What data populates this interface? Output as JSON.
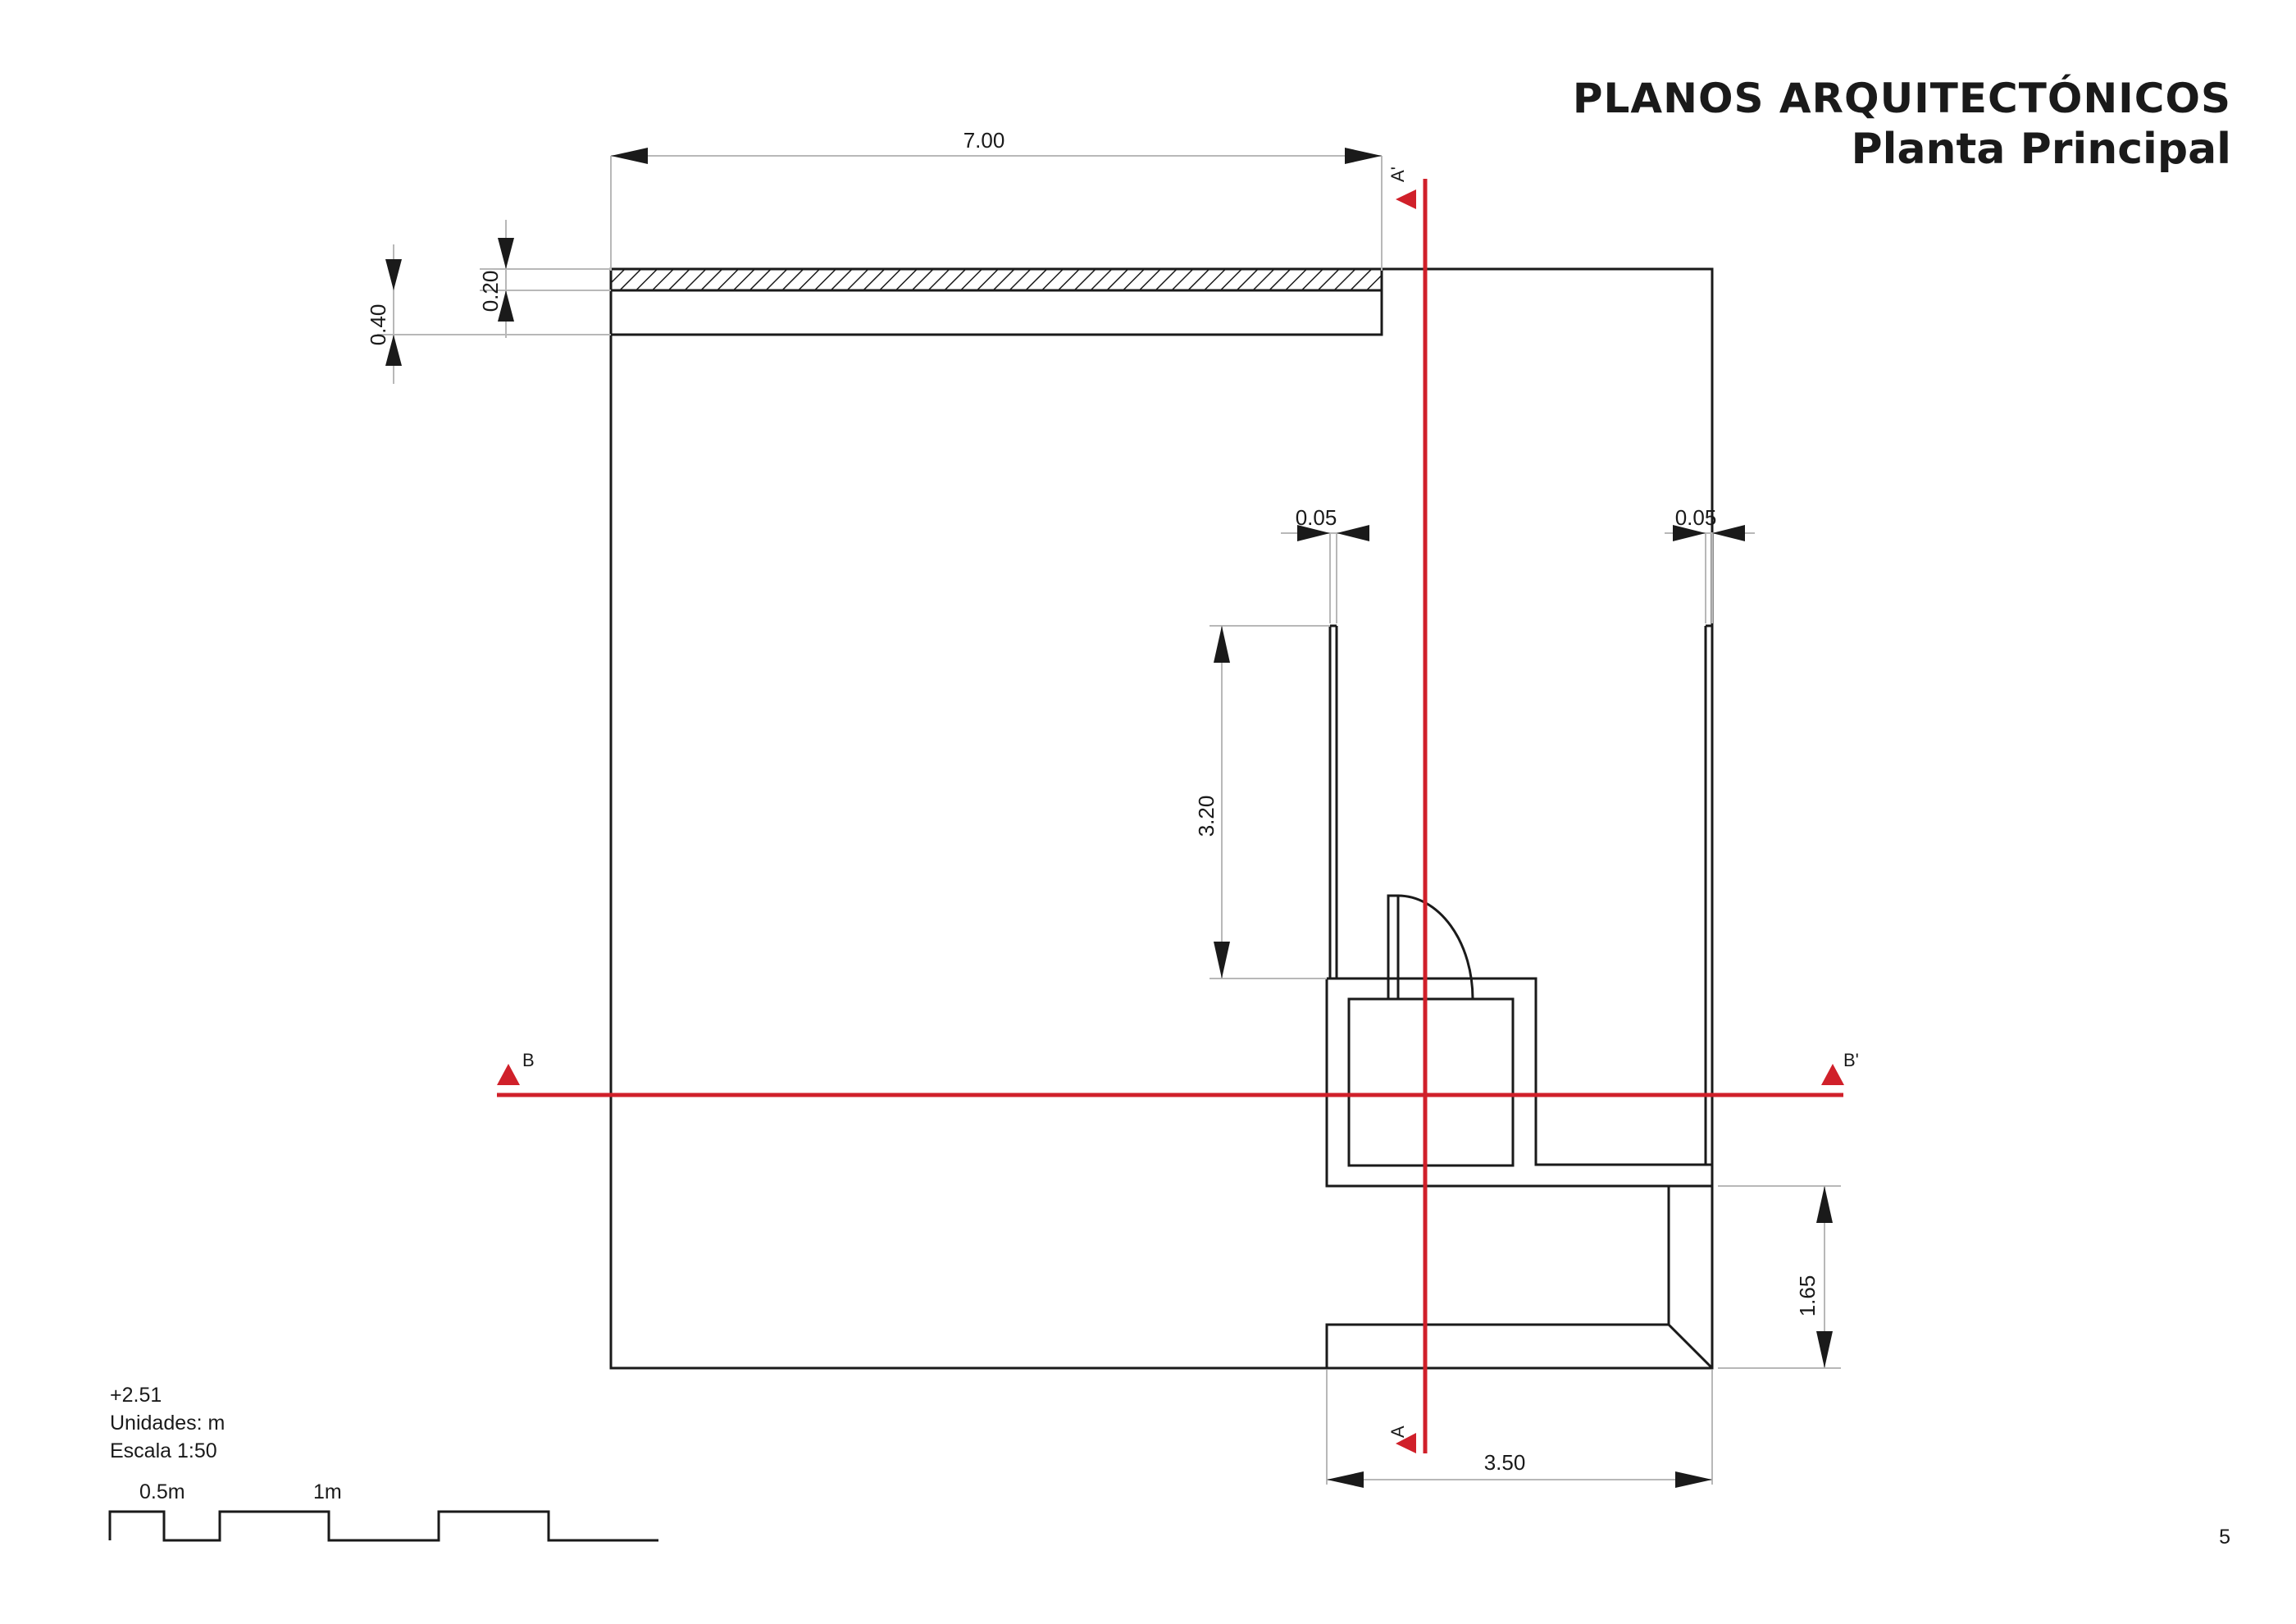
{
  "header": {
    "title": "PLANOS ARQUITECTÓNICOS",
    "subtitle": "Planta Principal"
  },
  "info": {
    "level": "+2.51",
    "units": "Unidades: m",
    "scale": "Escala  1:50"
  },
  "scale_bar": {
    "label_half": "0.5m",
    "label_one": "1m"
  },
  "dimensions": {
    "width_total": "7.00",
    "width_bottom": "3.50",
    "slab_020": "0.20",
    "slab_040": "0.40",
    "wall_left": "0.05",
    "wall_right": "0.05",
    "height_320": "3.20",
    "height_165": "1.65"
  },
  "sections": {
    "a_top": "A'",
    "a_bottom": "A",
    "b_left": "B",
    "b_right": "B'"
  },
  "page": {
    "number": "5"
  },
  "colors": {
    "line": "#1a1a1a",
    "section": "#d0202a",
    "dim_line": "#b8b8b8"
  }
}
